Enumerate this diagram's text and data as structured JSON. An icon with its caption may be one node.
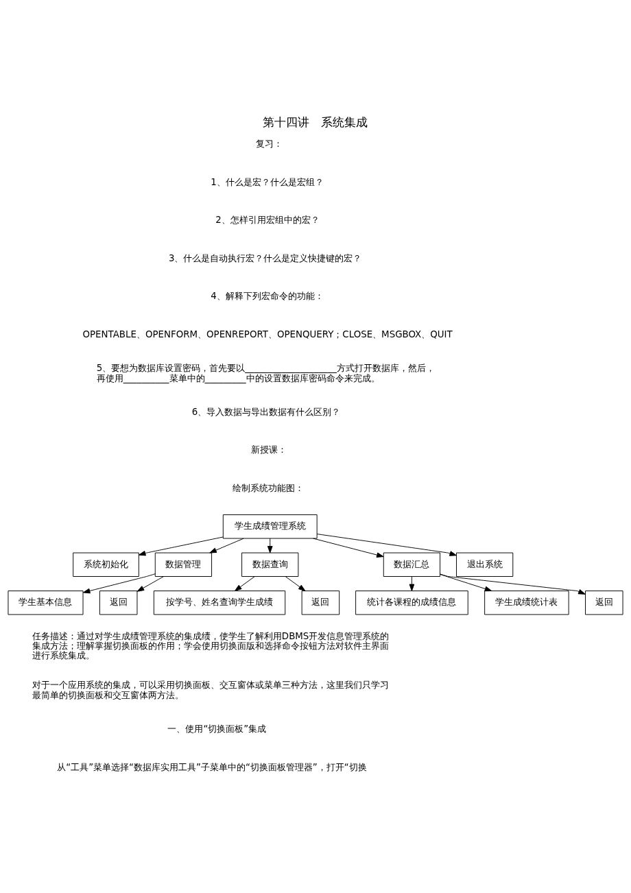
{
  "diagram": {
    "title": "第十四讲　系统集成",
    "nodes": [
      {
        "text": [
          "学生成绩管理系统"
        ]
      },
      {
        "text": [
          "系统初始化"
        ]
      },
      {
        "text": [
          "数据管理"
        ]
      },
      {
        "text": [
          "数据查询"
        ]
      },
      {
        "text": [
          "数据汇总"
        ]
      },
      {
        "text": [
          "退出系统"
        ]
      },
      {
        "text": [
          "学生基本信息"
        ]
      },
      {
        "text": [
          "返回"
        ]
      },
      {
        "text": [
          "按学号、姓名查询学生成绩"
        ]
      },
      {
        "text": [
          "返回"
        ]
      },
      {
        "text": [
          "统计各课程的成绩信息"
        ]
      },
      {
        "text": [
          "学生成绩统计表"
        ]
      },
      {
        "text": [
          "返回"
        ]
      }
    ],
    "edges": [
      {
        "from": 0,
        "to": 1,
        "arrow": "to"
      },
      {
        "from": 0,
        "to": 2,
        "arrow": "to"
      },
      {
        "from": 0,
        "to": 3,
        "arrow": "to"
      },
      {
        "from": 0,
        "to": 4,
        "arrow": "to"
      },
      {
        "from": 0,
        "to": 5,
        "arrow": "to"
      },
      {
        "from": 2,
        "to": 6,
        "arrow": "to"
      },
      {
        "from": 2,
        "to": 7,
        "arrow": "to"
      },
      {
        "from": 3,
        "to": 8,
        "arrow": "to"
      },
      {
        "from": 3,
        "to": 9,
        "arrow": "to"
      },
      {
        "from": 4,
        "to": 10,
        "arrow": "to"
      },
      {
        "from": 4,
        "to": 11,
        "arrow": "to"
      },
      {
        "from": 4,
        "to": 12,
        "arrow": "to"
      }
    ],
    "labels": [
      "复习：",
      "1、什么是宏？什么是宏组？",
      "2、怎样引用宏组中的宏？",
      "3、什么是自动执行宏？什么是定义快捷键的宏？",
      "4、解释下列宏命令的功能：",
      "OPENTABLE、OPENFORM、OPENREPORT、OPENQUERY；CLOSE、MSGBOX、QUIT",
      "5、要想为数据库设置密码，首先要以____________________方式打开数据库，然后，再使用__________菜单中的_________中的设置数据库密码命令来完成。",
      "6、导入数据与导出数据有什么区别？",
      "新授课：",
      "绘制系统功能图：",
      "任务描述：通过对学生成绩管理系统的集成绩，使学生了解利用DBMS开发信息管理系统的集成方法；理解掌握切换面板的作用；学会使用切换面版和选择命令按钮方法对软件主界面进行系统集成。",
      "对于一个应用系统的集成，可以采用切换面板、交互窗体或菜单三种方法，这里我们只学习最简单的切换面板和交互窗体两方法。",
      "一、使用“切换面板”集成",
      "从“工具”菜单选择“数据库实用工具”子菜单中的“切换面板管理器”，打开“切换"
    ]
  }
}
